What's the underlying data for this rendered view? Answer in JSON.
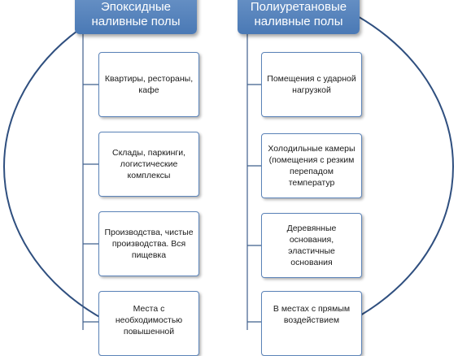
{
  "left": {
    "header_line1": "Эпоксидные",
    "header_line2": "наливные полы",
    "items": [
      {
        "label": "Квартиры, рестораны, кафе"
      },
      {
        "label": "Склады, паркинги, логистические комплексы"
      },
      {
        "label": "Производства, чистые производства. Вся пищевка"
      },
      {
        "label": "Места с необходимостью повышенной"
      }
    ]
  },
  "right": {
    "header_line1": "Полиуретановые",
    "header_line2": "наливные полы",
    "items": [
      {
        "label": "Помещения с ударной нагрузкой"
      },
      {
        "label": "Холодильные камеры (помещения с резким перепадом температур"
      },
      {
        "label": "Деревянные основания, эластичные основания"
      },
      {
        "label": "В местах с прямым воздействием"
      }
    ]
  },
  "colors": {
    "header_fill": "#4f7cb8",
    "card_border": "#5b83b8",
    "connector": "#3f5f8c",
    "outer_circle": "#2f4f7f"
  }
}
